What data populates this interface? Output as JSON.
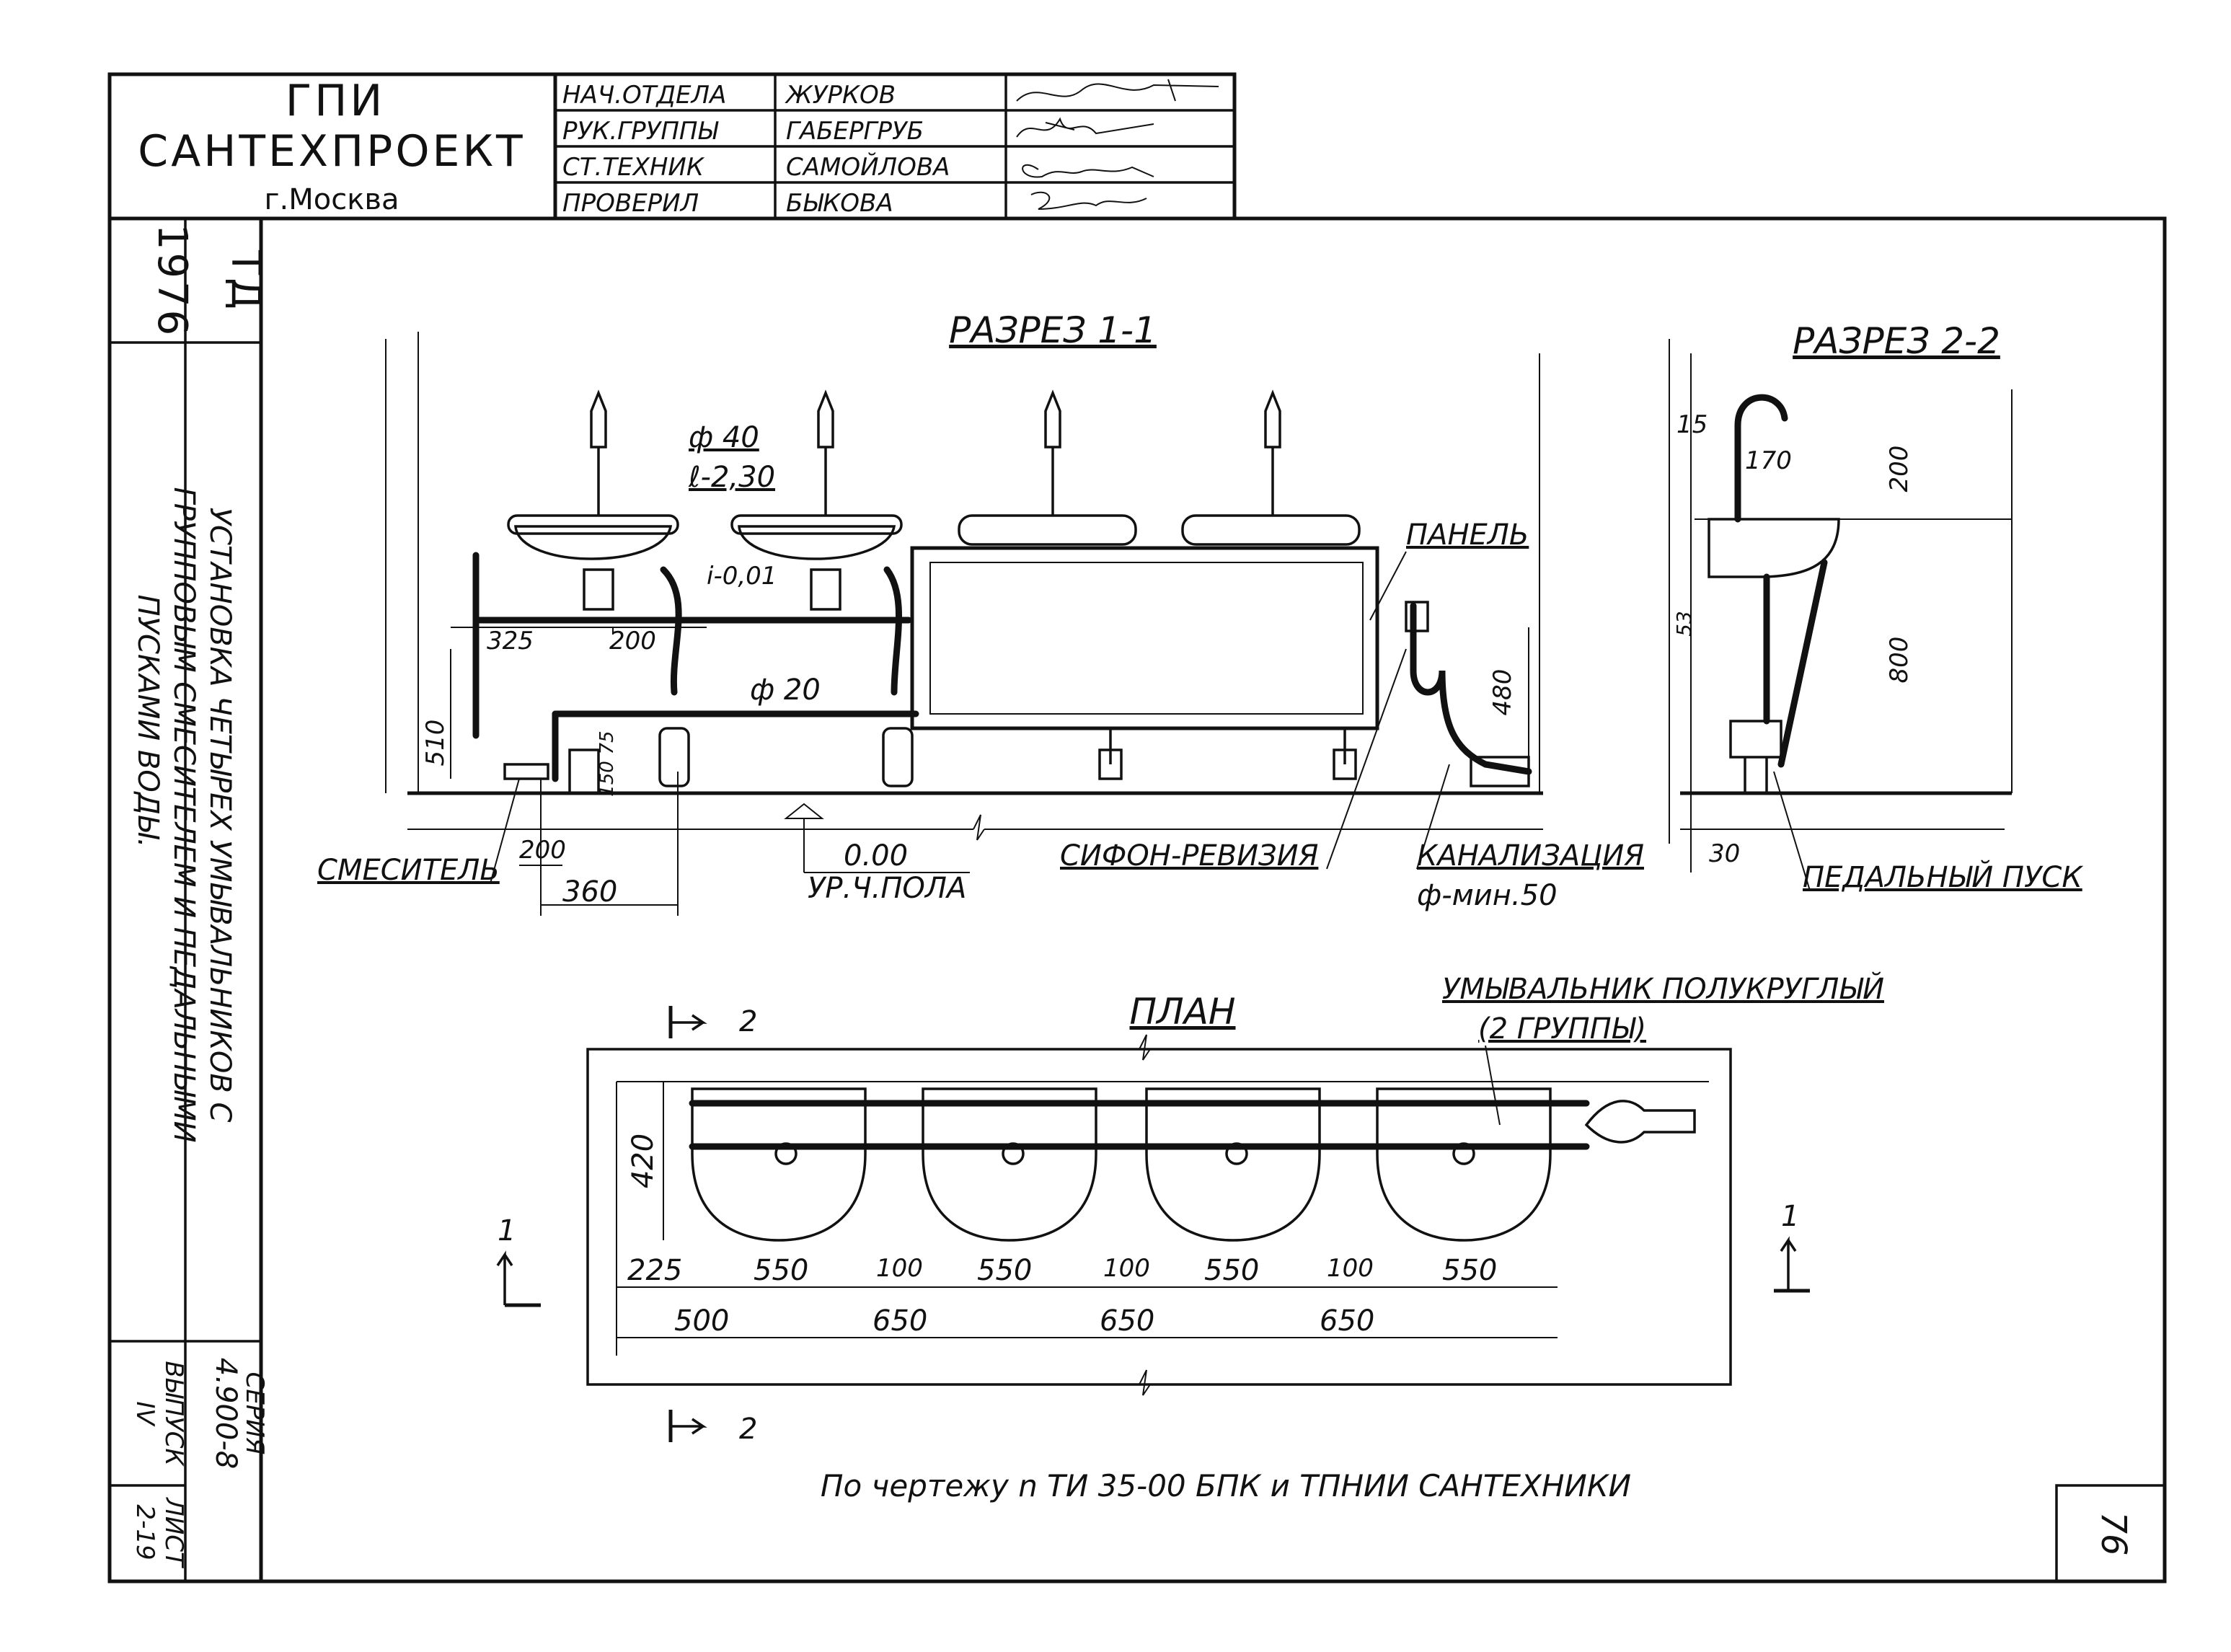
{
  "organization": {
    "short": "ГПИ",
    "name": "САНТЕХПРОЕКТ",
    "city": "г.Москва"
  },
  "stamp_rows": [
    {
      "role": "НАЧ.ОТДЕЛА",
      "person": "ЖУРКОВ"
    },
    {
      "role": "РУК.ГРУППЫ",
      "person": "ГАБЕРГРУБ"
    },
    {
      "role": "СТ.ТЕХНИК",
      "person": "САМОЙЛОВА"
    },
    {
      "role": "ПРОВЕРИЛ",
      "person": "БЫКОВА"
    }
  ],
  "signatures": [
    "Журков",
    "Габергруб",
    "Самойлова",
    "Быкова"
  ],
  "year": "1976",
  "doc_code": "ТД",
  "drawing_title": "УСТАНОВКА ЧЕТЫРЕХ УМЫВАЛЬНИКОВ С ГРУППОВЫМ СМЕСИТЕЛЕМ И ПЕДАЛЬНЫМИ ПУСКАМИ ВОДЫ.",
  "title_lines": [
    "УСТАНОВКА ЧЕТЫРЕХ УМЫВАЛЬНИКОВ С",
    "ГРУППОВЫМ СМЕСИТЕЛЕМ И ПЕДАЛЬНЫМИ",
    "ПУСКАМИ ВОДЫ."
  ],
  "series_label": "СЕРИЯ",
  "series_value": "4.900-8",
  "issue_label": "ВЫПУСК",
  "issue_value": "IV",
  "sheet_label": "ЛИСТ",
  "sheet_value": "2-19",
  "page_number": "76",
  "section_1": {
    "title": "РАЗРЕЗ 1-1",
    "pipe_label_1": "ф 40",
    "pipe_label_2": "ℓ-2,30",
    "slope": "i-0,01",
    "pipe_label_3": "ф 20",
    "panel": "ПАНЕЛЬ",
    "mixer": "СМЕСИТЕЛЬ",
    "siphon": "СИФОН-РЕВИЗИЯ",
    "sewer_1": "КАНАЛИЗАЦИЯ",
    "sewer_2": "ф-мин.50",
    "floor_level_1": "0.00",
    "floor_level_2": "УР.Ч.ПОЛА",
    "dims": {
      "d325": "325",
      "d200a": "200",
      "d510": "510",
      "d480": "480",
      "d200b": "200",
      "d360": "360",
      "d75": "75",
      "d150": "150"
    }
  },
  "section_2": {
    "title": "РАЗРЕЗ 2-2",
    "pedal": "ПЕДАЛЬНЫЙ ПУСК",
    "dims": {
      "d15": "15",
      "d170": "170",
      "d200": "200",
      "d800": "800",
      "d53": "53",
      "d30": "30"
    }
  },
  "plan": {
    "title": "ПЛАН",
    "basin_label_1": "УМЫВАЛЬНИК ПОЛУКРУГЛЫЙ",
    "basin_label_2": "(2 ГРУППЫ)",
    "mark_2": "2",
    "mark_1": "1",
    "dim_420": "420",
    "row1": [
      "225",
      "550",
      "100",
      "550",
      "100",
      "550",
      "100",
      "550"
    ],
    "row2": [
      "500",
      "650",
      "650",
      "650"
    ]
  },
  "footer_note": "По чертежу n ТИ 35-00 БПК и ТПНИИ САНТЕХНИКИ"
}
